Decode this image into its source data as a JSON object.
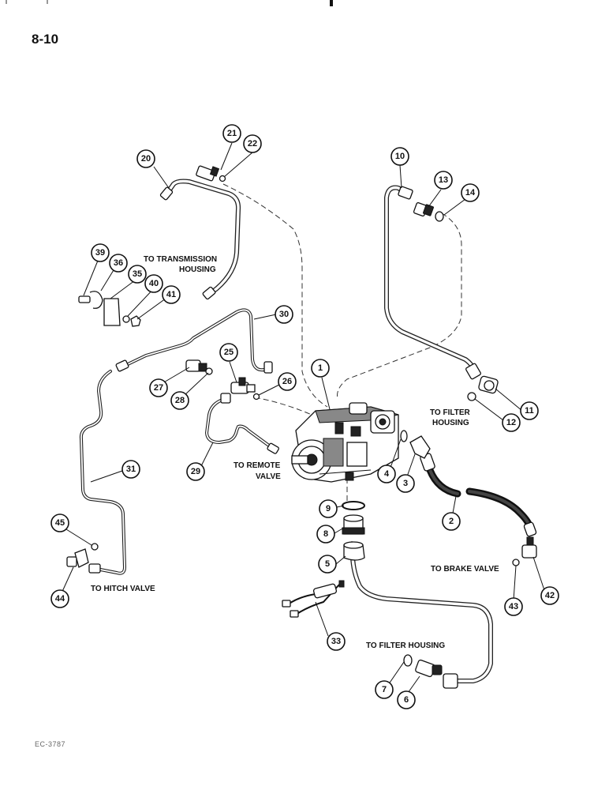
{
  "page_number": "8-10",
  "footer_code": "EC-3787",
  "labels": {
    "to_transmission_1": "TO TRANSMISSION",
    "to_transmission_2": "HOUSING",
    "to_filter_1": "TO FILTER",
    "to_filter_2": "HOUSING",
    "to_remote_1": "TO REMOTE",
    "to_remote_2": "VALVE",
    "to_brake": "TO BRAKE VALVE",
    "to_hitch": "TO HITCH VALVE",
    "to_filter_housing": "TO FILTER HOUSING"
  },
  "callouts": {
    "c1": "1",
    "c2": "2",
    "c3": "3",
    "c4": "4",
    "c5": "5",
    "c6": "6",
    "c7": "7",
    "c8": "8",
    "c9": "9",
    "c10": "10",
    "c11": "11",
    "c12": "12",
    "c13": "13",
    "c14": "14",
    "c20": "20",
    "c21": "21",
    "c22": "22",
    "c25": "25",
    "c26": "26",
    "c27": "27",
    "c28": "28",
    "c29": "29",
    "c30": "30",
    "c31": "31",
    "c33": "33",
    "c35": "35",
    "c36": "36",
    "c39": "39",
    "c40": "40",
    "c41": "41",
    "c42": "42",
    "c43": "43",
    "c44": "44",
    "c45": "45"
  }
}
